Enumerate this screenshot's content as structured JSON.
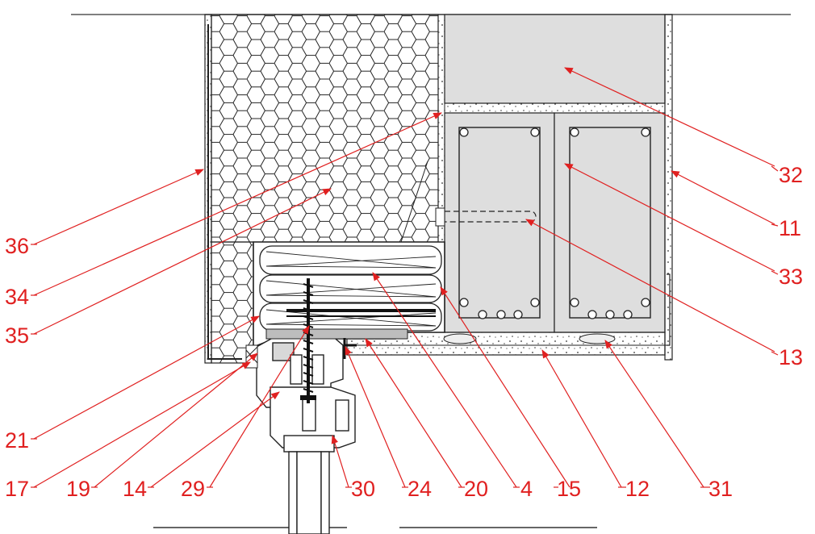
{
  "colors": {
    "callout": "#e02020",
    "line": "#111111",
    "concrete": "#dedede",
    "render": "#f4f4f4",
    "insulation": "#ffffff"
  },
  "callouts": [
    {
      "id": "c36",
      "text": "36"
    },
    {
      "id": "c34",
      "text": "34"
    },
    {
      "id": "c35",
      "text": "35"
    },
    {
      "id": "c21",
      "text": "21"
    },
    {
      "id": "c17",
      "text": "17"
    },
    {
      "id": "c19",
      "text": "19"
    },
    {
      "id": "c14",
      "text": "14"
    },
    {
      "id": "c29",
      "text": "29"
    },
    {
      "id": "c30",
      "text": "30"
    },
    {
      "id": "c24",
      "text": "24"
    },
    {
      "id": "c20",
      "text": "20"
    },
    {
      "id": "c4",
      "text": "4"
    },
    {
      "id": "c15",
      "text": "15"
    },
    {
      "id": "c12",
      "text": "12"
    },
    {
      "id": "c31",
      "text": "31"
    },
    {
      "id": "c32",
      "text": "32"
    },
    {
      "id": "c11",
      "text": "11"
    },
    {
      "id": "c33",
      "text": "33"
    },
    {
      "id": "c13",
      "text": "13"
    }
  ]
}
